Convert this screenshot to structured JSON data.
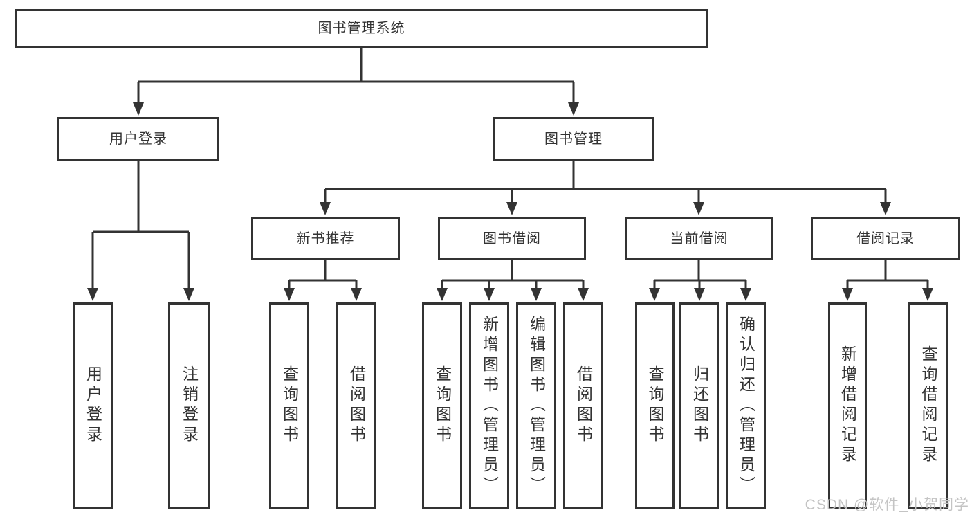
{
  "diagram": {
    "root": {
      "label": "图书管理系统"
    },
    "children": [
      {
        "label": "用户登录",
        "children": [
          {
            "label": "用户登录"
          },
          {
            "label": "注销登录"
          }
        ]
      },
      {
        "label": "图书管理",
        "children": [
          {
            "label": "新书推荐",
            "children": [
              {
                "label": "查询图书"
              },
              {
                "label": "借阅图书"
              }
            ]
          },
          {
            "label": "图书借阅",
            "children": [
              {
                "label": "查询图书"
              },
              {
                "label": "新增图书（管理员）"
              },
              {
                "label": "编辑图书（管理员）"
              },
              {
                "label": "借阅图书"
              }
            ]
          },
          {
            "label": "当前借阅",
            "children": [
              {
                "label": "查询图书"
              },
              {
                "label": "归还图书"
              },
              {
                "label": "确认归还（管理员）"
              }
            ]
          },
          {
            "label": "借阅记录",
            "children": [
              {
                "label": "新增借阅记录"
              },
              {
                "label": "查询借阅记录"
              }
            ]
          }
        ]
      }
    ]
  },
  "watermark": {
    "text": "CSDN @软件_小贺同学"
  },
  "colors": {
    "line_color": "#333333",
    "text_color": "#333333",
    "box_background": "#ffffff",
    "watermark_color": "#c4c4c4",
    "page_background": "#ffffff"
  }
}
